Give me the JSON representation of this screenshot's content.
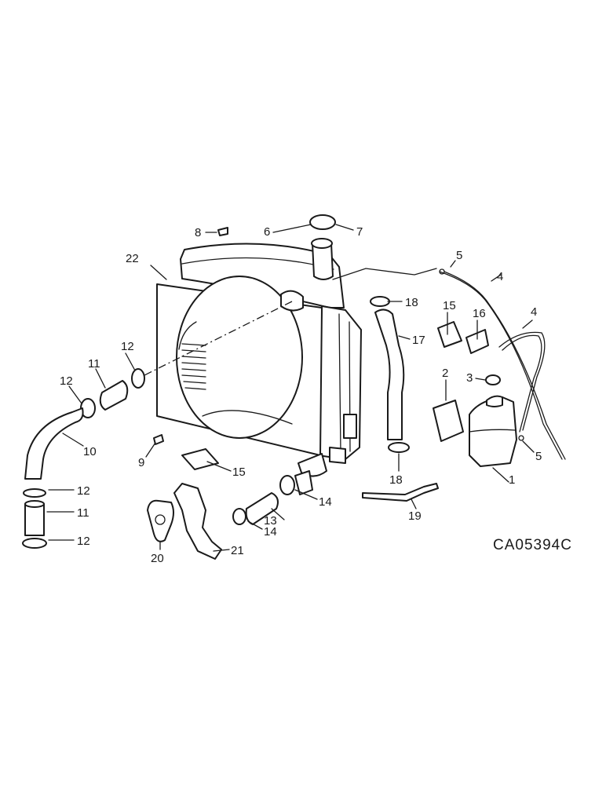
{
  "drawing_code": "CA05394C",
  "callouts": [
    {
      "id": "c1",
      "text": "1"
    },
    {
      "id": "c2",
      "text": "2"
    },
    {
      "id": "c3",
      "text": "3"
    },
    {
      "id": "c4a",
      "text": "4"
    },
    {
      "id": "c4b",
      "text": "4"
    },
    {
      "id": "c5a",
      "text": "5"
    },
    {
      "id": "c5b",
      "text": "5"
    },
    {
      "id": "c6",
      "text": "6"
    },
    {
      "id": "c7",
      "text": "7"
    },
    {
      "id": "c8",
      "text": "8"
    },
    {
      "id": "c9",
      "text": "9"
    },
    {
      "id": "c10",
      "text": "10"
    },
    {
      "id": "c11a",
      "text": "11"
    },
    {
      "id": "c11b",
      "text": "11"
    },
    {
      "id": "c12a",
      "text": "12"
    },
    {
      "id": "c12b",
      "text": "12"
    },
    {
      "id": "c12c",
      "text": "12"
    },
    {
      "id": "c12d",
      "text": "12"
    },
    {
      "id": "c13",
      "text": "13"
    },
    {
      "id": "c14a",
      "text": "14"
    },
    {
      "id": "c14b",
      "text": "14"
    },
    {
      "id": "c15a",
      "text": "15"
    },
    {
      "id": "c15b",
      "text": "15"
    },
    {
      "id": "c16",
      "text": "16"
    },
    {
      "id": "c17",
      "text": "17"
    },
    {
      "id": "c18a",
      "text": "18"
    },
    {
      "id": "c18b",
      "text": "18"
    },
    {
      "id": "c19",
      "text": "19"
    },
    {
      "id": "c20",
      "text": "20"
    },
    {
      "id": "c21",
      "text": "21"
    },
    {
      "id": "c22",
      "text": "22"
    }
  ]
}
